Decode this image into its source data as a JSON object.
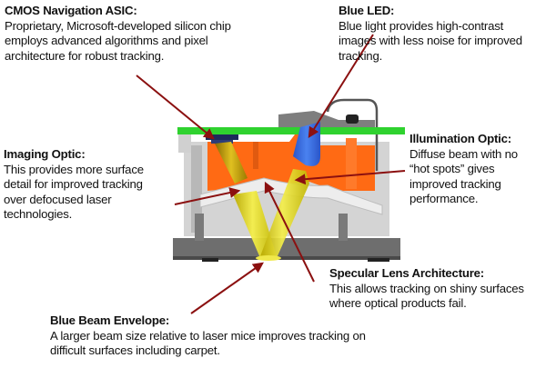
{
  "figure": {
    "subject": "Optical mouse sensor cross-section (BlueTrack technology)",
    "colors": {
      "arrow": "#8b1010",
      "pcb": "#2fd22f",
      "housing": "#ff6a14",
      "led": "#3a6fe0",
      "beam": "#e8e030",
      "chassis": "#c8c8c8",
      "base": "#6a6a6a",
      "lens_plate": "#ececec"
    }
  },
  "annotations": [
    {
      "id": "cmos",
      "title": "CMOS Navigation ASIC:",
      "body": "Proprietary, Microsoft-developed silicon chip\nemploys advanced algorithms and pixel\narchitecture for robust tracking."
    },
    {
      "id": "blue-led",
      "title": "Blue LED:",
      "body": "Blue light provides high-contrast\nimages with less noise for improved\ntracking."
    },
    {
      "id": "imaging-optic",
      "title": "Imaging Optic:",
      "body": "This provides more surface\ndetail for improved tracking\nover defocused laser\ntechnologies."
    },
    {
      "id": "illumination-optic",
      "title": "Illumination Optic:",
      "body": "Diffuse beam with no\n“hot spots” gives\nimproved tracking\nperformance."
    },
    {
      "id": "specular-lens",
      "title": "Specular Lens Architecture:",
      "body": "This allows tracking on shiny surfaces\nwhere optical products fail."
    },
    {
      "id": "blue-beam",
      "title": "Blue Beam Envelope:",
      "body": "A larger beam size relative to laser mice improves tracking on\ndifficult surfaces including carpet."
    }
  ]
}
